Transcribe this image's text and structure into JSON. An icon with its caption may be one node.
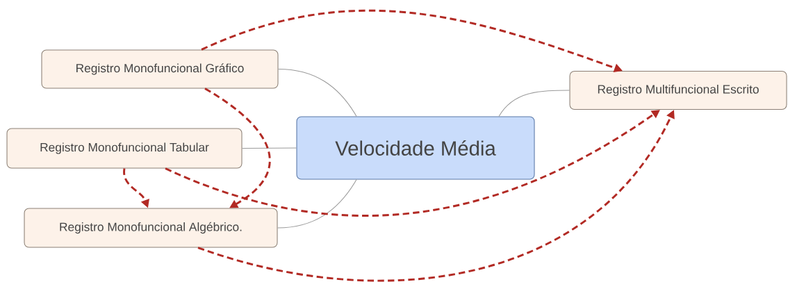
{
  "diagram": {
    "nodes": [
      {
        "text": [
          "Registro Monofuncional Gráfico"
        ]
      },
      {
        "text": [
          "Registro Multifuncional Escrito"
        ]
      },
      {
        "text": [
          "Registro Monofuncional Tabular"
        ]
      },
      {
        "text": [
          "Velocidade Média"
        ]
      },
      {
        "text": [
          "Registro Monofuncional Algébrico."
        ]
      }
    ],
    "edges": [
      {
        "from": 3,
        "to": 0,
        "arrow": "none",
        "color": "#9a9a9a"
      },
      {
        "from": 3,
        "to": 1,
        "arrow": "none",
        "color": "#9a9a9a"
      },
      {
        "from": 3,
        "to": 2,
        "arrow": "none",
        "color": "#9a9a9a"
      },
      {
        "from": 3,
        "to": 4,
        "arrow": "none",
        "color": "#9a9a9a"
      },
      {
        "from": 0,
        "to": 1,
        "arrow": "to",
        "style": "dashed"
      },
      {
        "from": 0,
        "to": 4,
        "arrow": "to",
        "style": "dashed"
      },
      {
        "from": 2,
        "to": 4,
        "arrow": "to",
        "style": "dashed"
      },
      {
        "from": 2,
        "to": 1,
        "arrow": "to",
        "style": "dashed"
      },
      {
        "from": 4,
        "to": 1,
        "arrow": "to",
        "style": "dashed"
      }
    ]
  }
}
